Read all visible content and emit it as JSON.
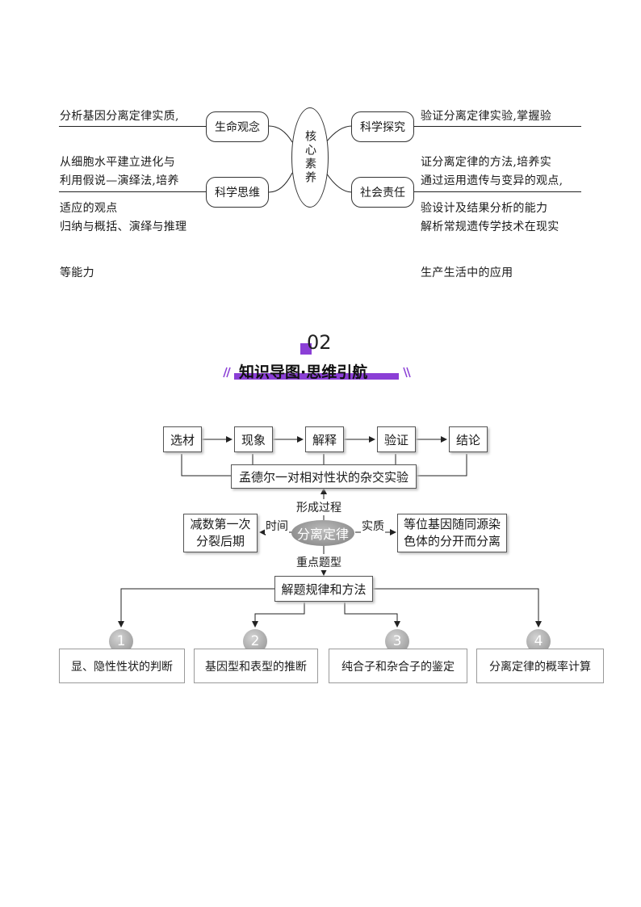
{
  "core_literacy": {
    "center_label": "核心素养",
    "nodes": [
      {
        "label": "生命观念",
        "text_lines": [
          "分析基因分离定律实质,",
          "从细胞水平建立进化与",
          "适应的观点"
        ]
      },
      {
        "label": "科学探究",
        "text_lines": [
          "验证分离定律实验,掌握验",
          "证分离定律的方法,培养实",
          "验设计及结果分析的能力"
        ]
      },
      {
        "label": "科学思维",
        "text_lines": [
          "利用假说—演绎法,培养",
          "归纳与概括、演绎与推理",
          "等能力"
        ]
      },
      {
        "label": "社会责任",
        "text_lines": [
          "通过运用遗传与变异的观点,",
          "解析常规遗传学技术在现实",
          "生产生活中的应用"
        ]
      }
    ]
  },
  "section": {
    "number": "02",
    "title": "知识导图·思维引航"
  },
  "mindmap": {
    "steps": [
      "选材",
      "现象",
      "解释",
      "验证",
      "结论"
    ],
    "experiment_box": "孟德尔一对相对性状的杂交实验",
    "label_formation": "形成过程",
    "center": "分离定律",
    "label_time": "时间",
    "label_essence": "实质",
    "time_box": [
      "减数第一次",
      "分裂后期"
    ],
    "essence_box": [
      "等位基因随同源染",
      "色体的分开而分离"
    ],
    "label_key": "重点题型",
    "methods_box": "解题规律和方法",
    "items": [
      {
        "number": "1",
        "label": "显、隐性性状的判断"
      },
      {
        "number": "2",
        "label": "基因型和表型的推断"
      },
      {
        "number": "3",
        "label": "纯合子和杂合子的鉴定"
      },
      {
        "number": "4",
        "label": "分离定律的概率计算"
      }
    ],
    "colors": {
      "accent_purple": "#8b3fd6",
      "center_gray": "#8c8c8c"
    }
  }
}
